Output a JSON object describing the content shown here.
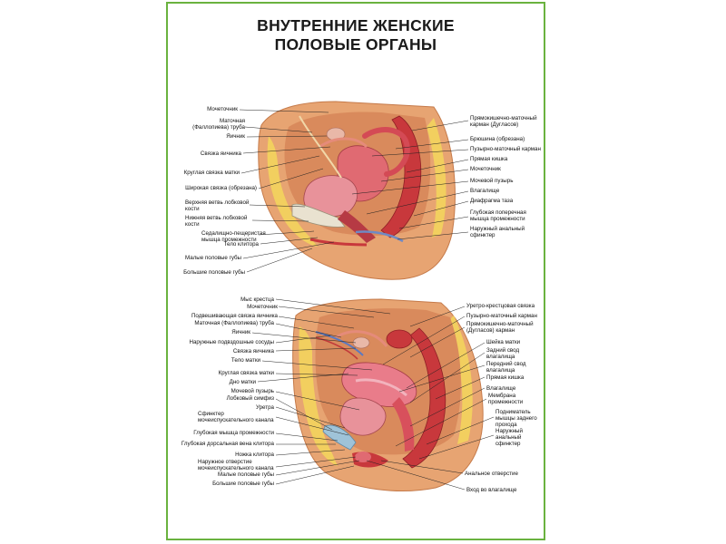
{
  "title": {
    "line1": "ВНУТРЕННИЕ ЖЕНСКИЕ",
    "line2": "ПОЛОВЫЕ ОРГАНЫ"
  },
  "top_figure": {
    "left_labels": [
      "Мочеточник",
      "Маточная\n(Фаллопиева) труба",
      "Яичник",
      "Связка яичника",
      "Круглая связка матки",
      "Широкая связка (обрезана)",
      "Верхняя ветвь лобковой\nкости",
      "Нижняя ветвь лобковой\nкости",
      "Седалищно-пещеристая\nмышца промежности",
      "Тело клитора",
      "Малые половые губы",
      "Большие половые губы"
    ],
    "right_labels": [
      "Прямокишечно-маточный\nкарман (Дугласов)",
      "Брюшина (обрезана)",
      "Пузырно-маточный карман",
      "Прямая кишка",
      "Мочеточник",
      "Мочевой пузырь",
      "Влагалище",
      "Диафрагма таза",
      "Глубокая поперечная\nмышца промежности",
      "Наружный анальный\nсфинктер"
    ]
  },
  "bottom_figure": {
    "left_labels": [
      "Мыс крестца",
      "Мочеточник",
      "Подвешивающая связка яичника",
      "Маточная (Фаллопиева) труба",
      "Яичник",
      "Наружные подвздошные сосуды",
      "Связка яичника",
      "Тело матки",
      "Круглая связка матки",
      "Дно матки",
      "Мочевой пузырь",
      "Лобковый симфиз",
      "Уретра",
      "Сфинктер\nмочеиспускательного канала",
      "Глубокая мышца промежности",
      "Глубокая дорсальная вена клитора",
      "Ножка клитора",
      "Наружное отверстие\nмочеиспускательного канала",
      "Малые половые губы",
      "Большие половые губы"
    ],
    "right_labels": [
      "Уретро-крестцовая связка",
      "Пузырно-маточный карман",
      "Прямокишечно-маточный\n(Дугласов) карман",
      "Шейка матки",
      "Задний свод\nвлагалища",
      "Передний свод\nвлагалища",
      "Прямая кишка",
      "Влагалище",
      "Мембрана\nпромежности",
      "Подниматель\nмышцы заднего\nпрохода",
      "Наружный\nанальный\nсфинктер",
      "Анальное отверстие",
      "Вход во влагалище"
    ]
  },
  "colors": {
    "border": "#6ab23f",
    "skin": "#e7a472",
    "muscle": "#c8383c",
    "bladder": "#9fc3d8",
    "fat": "#f2cf5f"
  }
}
